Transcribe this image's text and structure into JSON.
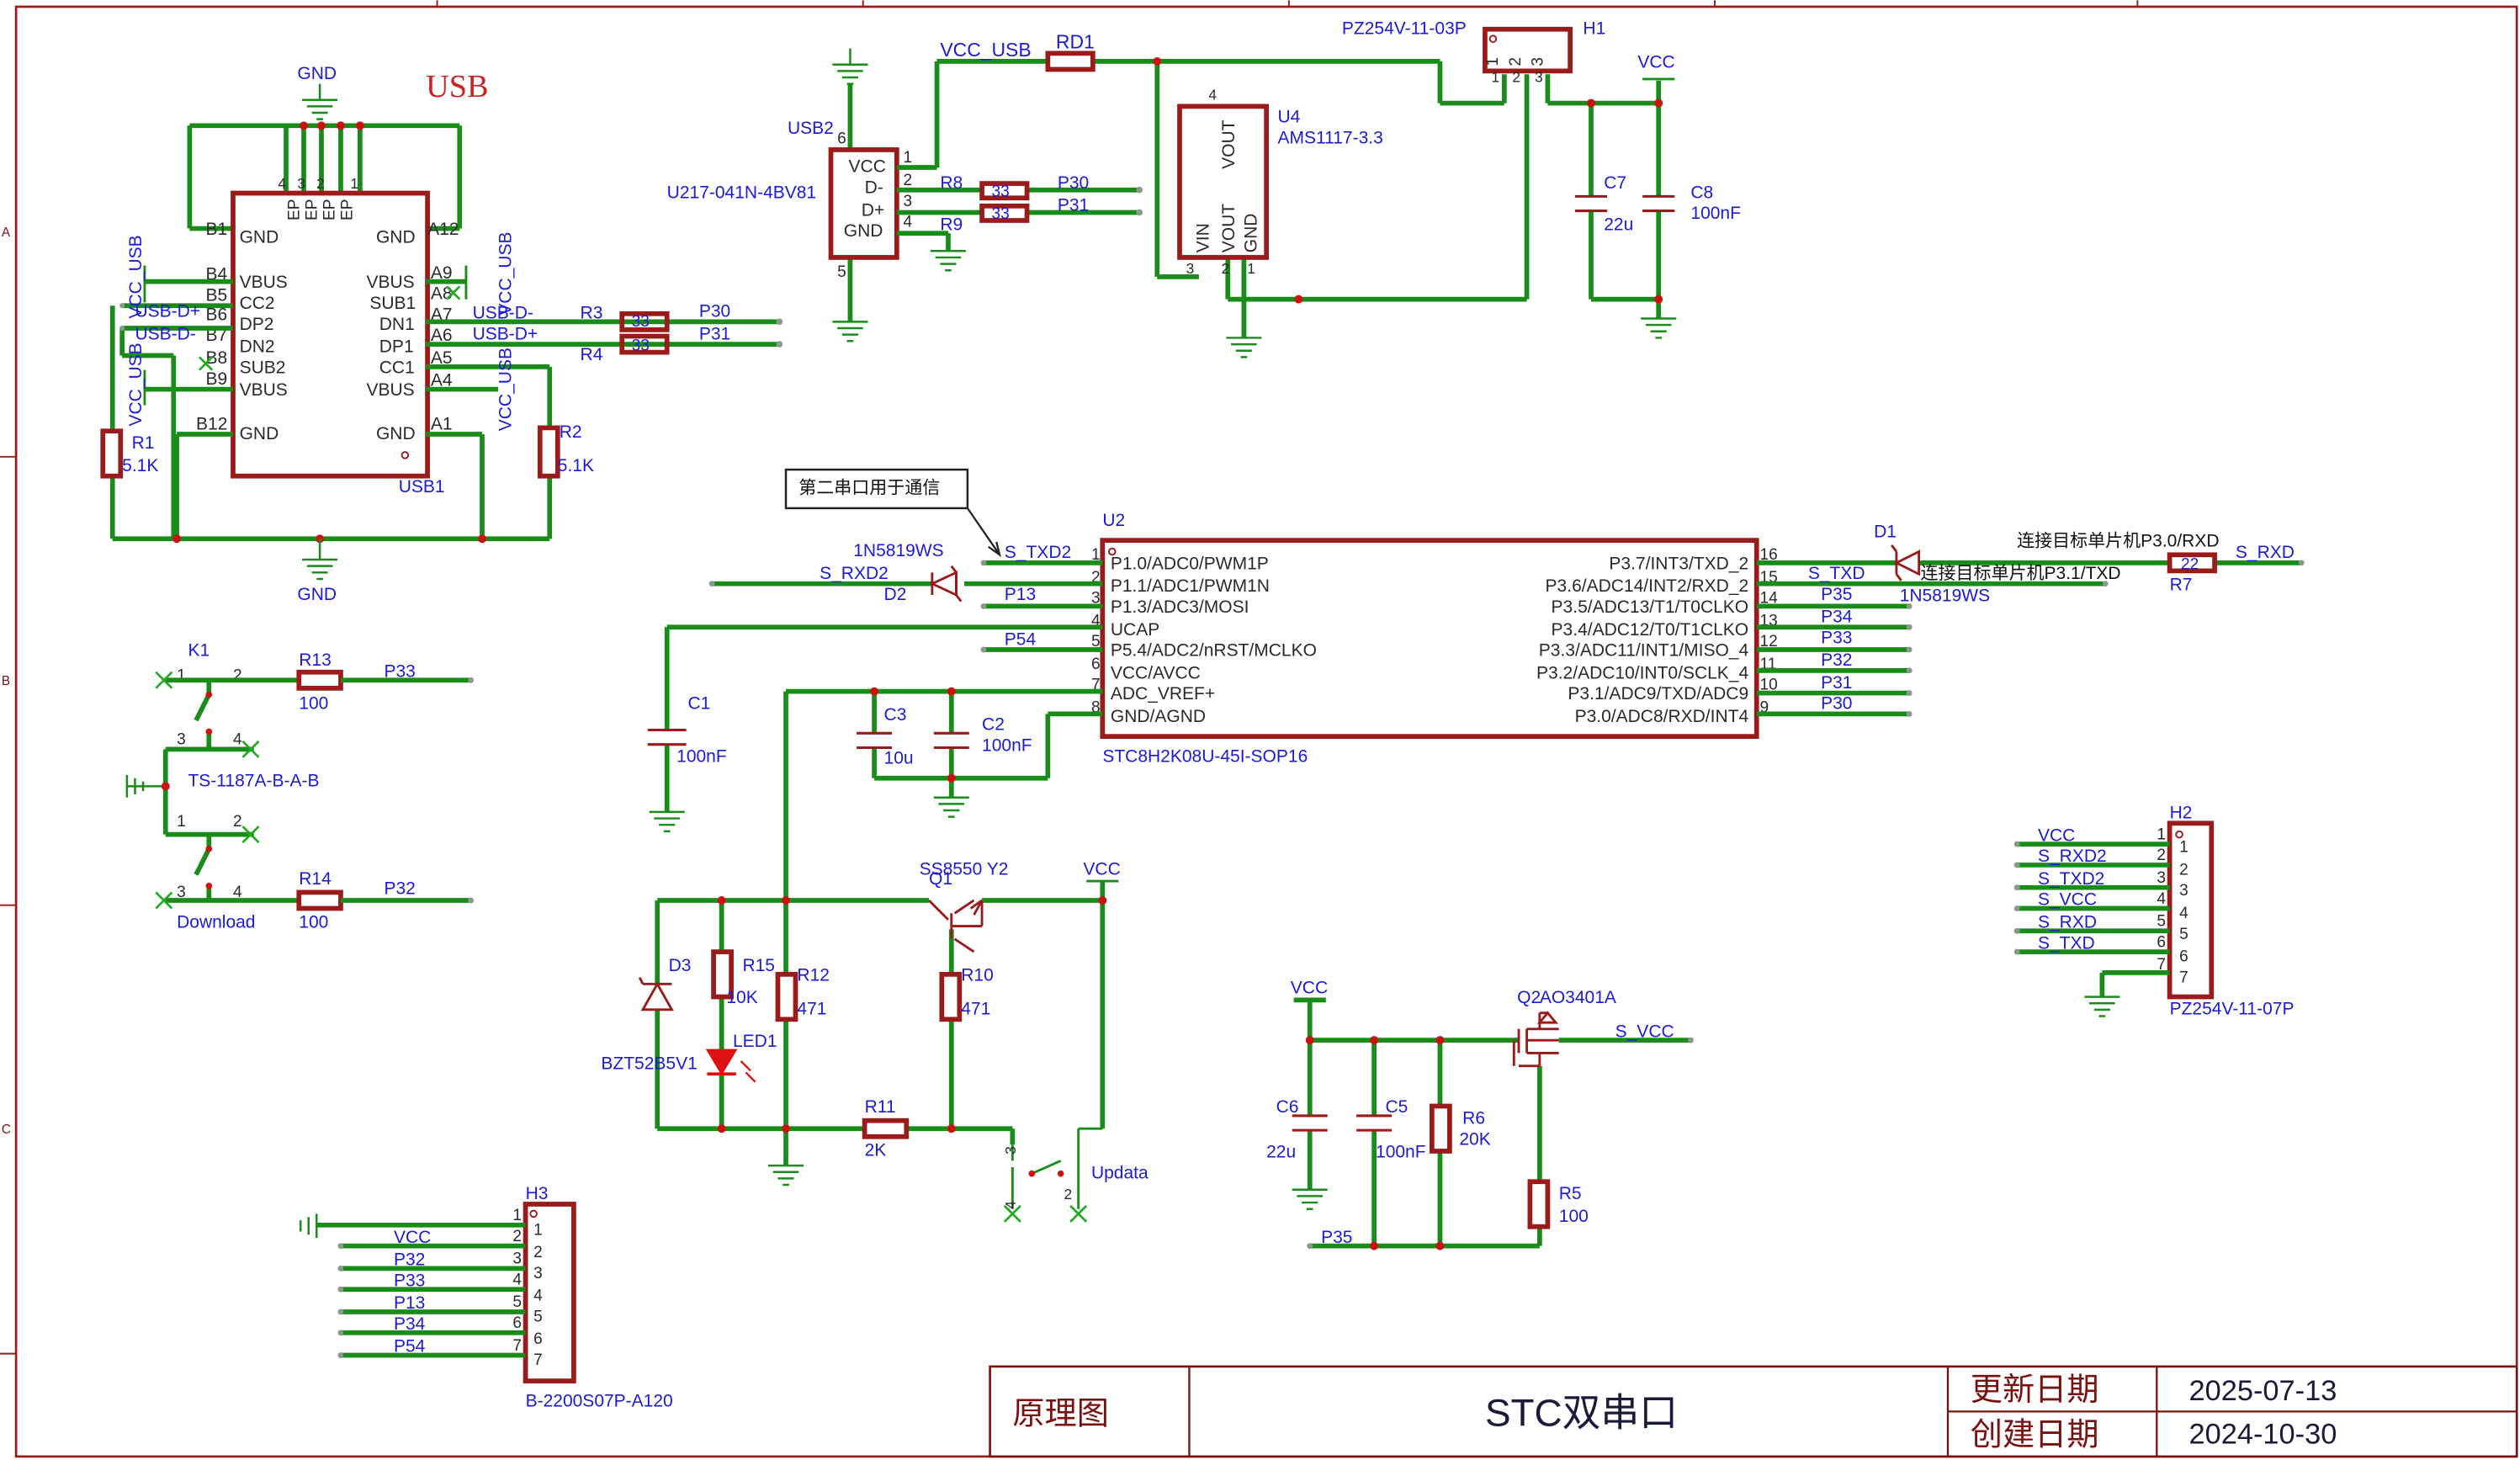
{
  "labels": {
    "usb_title": "USB",
    "gnd1": "GND",
    "gnd2": "GND",
    "usb1": "USB1",
    "usb2": "USB2",
    "usb2_part": "U217-041N-4BV81",
    "b1": "B1",
    "a12": "A12",
    "b4": "B4",
    "b5": "B5",
    "b6": "B6",
    "b7": "B7",
    "b8": "B8",
    "b9": "B9",
    "b12": "B12",
    "a9": "A9",
    "a8": "A8",
    "a7": "A7",
    "a6": "A6",
    "a5": "A5",
    "a4": "A4",
    "a1": "A1",
    "p_gnd_l": "GND",
    "p_gnd_r": "GND",
    "p_vbus1": "VBUS",
    "p_cc2": "CC2",
    "p_dp2": "DP2",
    "p_dn2": "DN2",
    "p_sub2": "SUB2",
    "p_vbus2": "VBUS",
    "p_gnd_bl": "GND",
    "p_vbus3": "VBUS",
    "p_sub1": "SUB1",
    "p_dn1": "DN1",
    "p_dp1": "DP1",
    "p_cc1": "CC1",
    "p_vbus4": "VBUS",
    "p_gnd_br": "GND",
    "ep": "EP",
    "vcc_usb": "VCC_USB",
    "usb_dp": "USB-D+",
    "usb_dn": "USB-D-",
    "r1": "R1",
    "r1v": "5.1K",
    "r2": "R2",
    "r2v": "5.1K",
    "r3": "R3",
    "r4": "R4",
    "r8": "R8",
    "r9": "R9",
    "v33": "33",
    "p30": "P30",
    "p31": "P31",
    "u2vcc": "VCC",
    "u2dm": "D-",
    "u2dp": "D+",
    "u2gnd": "GND",
    "rd1": "RD1",
    "u4": "U4",
    "u4part": "AMS1117-3.3",
    "vout": "VOUT",
    "vin": "VIN",
    "gnd": "GND",
    "h1": "H1",
    "h1part": "PZ254V-11-03P",
    "vcc": "VCC",
    "c7": "C7",
    "c7v": "22u",
    "c8": "C8",
    "c8v": "100nF",
    "note": "第二串口用于通信",
    "u2": "U2",
    "u2part": "STC8H2K08U-45I-SOP16",
    "d2part": "1N5819WS",
    "d2": "D2",
    "s_rxd2": "S_RXD2",
    "s_txd2": "S_TXD2",
    "p13": "P13",
    "p54": "P54",
    "upin1": "P1.0/ADC0/PWM1P",
    "upin2": "P1.1/ADC1/PWM1N",
    "upin3": "P1.3/ADC3/MOSI",
    "upin4": "UCAP",
    "upin5": "P5.4/ADC2/nRST/MCLKO",
    "upin6": "VCC/AVCC",
    "upin7": "ADC_VREF+",
    "upin8": "GND/AGND",
    "upin16": "P3.7/INT3/TXD_2",
    "upin15": "P3.6/ADC14/INT2/RXD_2",
    "upin14": "P3.5/ADC13/T1/T0CLKO",
    "upin13": "P3.4/ADC12/T0/T1CLKO",
    "upin12": "P3.3/ADC11/INT1/MISO_4",
    "upin11": "P3.2/ADC10/INT0/SCLK_4",
    "upin10": "P3.1/ADC9/TXD/ADC9",
    "upin9": "P3.0/ADC8/RXD/INT4",
    "c1": "C1",
    "c1v": "100nF",
    "c3": "C3",
    "c3v": "10u",
    "c2": "C2",
    "c2v": "100nF",
    "d1": "D1",
    "d1part": "1N5819WS",
    "s_txd": "S_TXD",
    "s_rxd": "S_RXD",
    "r7": "R7",
    "r7v": "22",
    "note_rxd": "连接目标单片机P3.0/RXD",
    "note_txd": "连接目标单片机P3.1/TXD",
    "p35": "P35",
    "p34": "P34",
    "p33": "P33",
    "p32": "P32",
    "k1": "K1",
    "r13": "R13",
    "r13v": "100",
    "k1part": "TS-1187A-B-A-B",
    "download": "Download",
    "r14": "R14",
    "r14v": "100",
    "h2": "H2",
    "h2part": "PZ254V-11-07P",
    "s_vcc": "S_VCC",
    "q1": "Q1",
    "q1part": "SS8550 Y2",
    "d3": "D3",
    "d3part": "BZT52B5V1",
    "r15": "R15",
    "r15v": "10K",
    "led1": "LED1",
    "r12": "R12",
    "r12v": "471",
    "r10": "R10",
    "r10v": "471",
    "r11": "R11",
    "r11v": "2K",
    "updata": "Updata",
    "q2": "Q2",
    "q2part": "AO3401A",
    "c6": "C6",
    "c6v": "22u",
    "c5": "C5",
    "c5v": "100nF",
    "r6": "R6",
    "r6v": "20K",
    "r5": "R5",
    "r5v": "100",
    "h3": "H3",
    "h3part": "B-2200S07P-A120",
    "n1": "1",
    "n2": "2",
    "n3": "3",
    "n4": "4",
    "n5": "5",
    "n6": "6",
    "n7": "7",
    "n8": "8",
    "n9": "9",
    "n10": "10",
    "n11": "11",
    "n12": "12",
    "n13": "13",
    "n14": "14",
    "n15": "15",
    "n16": "16"
  },
  "titleblock": {
    "sheet": "原理图",
    "project": "STC双串口",
    "update_label": "更新日期",
    "update_value": "2025-07-13",
    "create_label": "创建日期",
    "create_value": "2024-10-30"
  },
  "frame": {
    "left_letters": [
      "A",
      "B",
      "C"
    ],
    "colors": {
      "wire": "#1a8c1a",
      "component": "#9b1b1b",
      "net_label": "#1a1ad8",
      "junction": "#cc1111",
      "title": "#7a1010"
    }
  }
}
